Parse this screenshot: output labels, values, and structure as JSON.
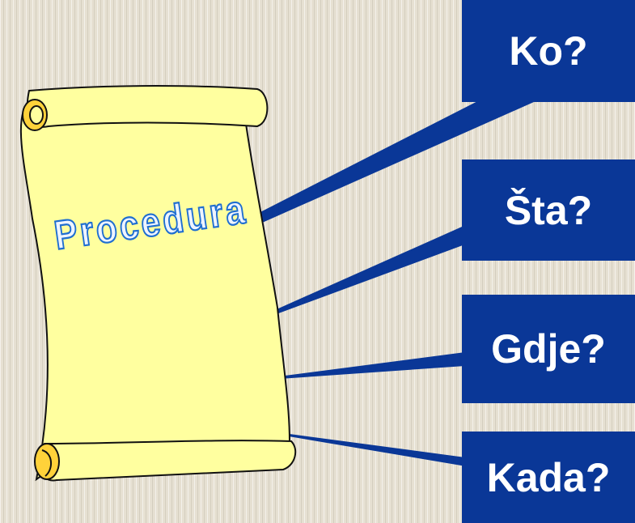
{
  "scroll": {
    "title": "Procedura"
  },
  "callouts": [
    {
      "label": "Ko?"
    },
    {
      "label": "Šta?"
    },
    {
      "label": "Gdje?"
    },
    {
      "label": "Kada?"
    }
  ],
  "colors": {
    "box_fill": "#0a3797",
    "box_text": "#ffffff",
    "scroll_fill": "#ffff9f",
    "scroll_outline": "#111111",
    "title_outline": "#1f6ed0",
    "title_fill": "#eef4ff",
    "background": "#e6e0d2"
  }
}
